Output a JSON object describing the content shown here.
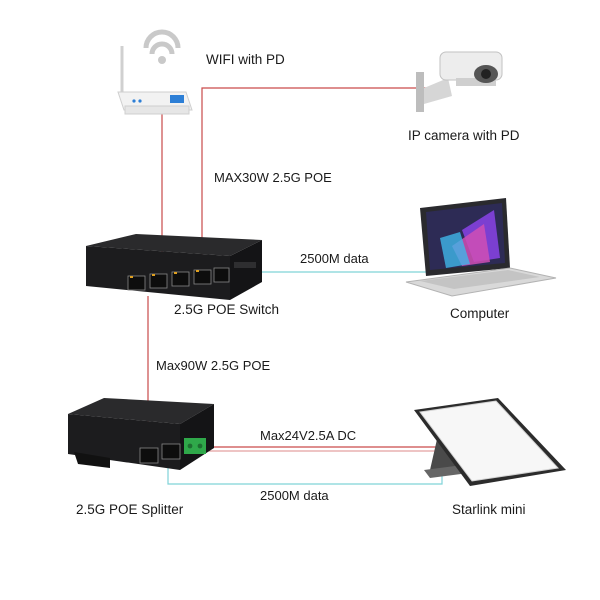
{
  "devices": {
    "wifi_label": "WIFI with PD",
    "camera_label": "IP camera with PD",
    "switch_label": "2.5G POE Switch",
    "computer_label": "Computer",
    "splitter_label": "2.5G POE Splitter",
    "starlink_label": "Starlink mini"
  },
  "links": {
    "switch_upper_poe": "MAX30W 2.5G POE",
    "switch_to_computer": "2500M data",
    "switch_to_splitter": "Max90W 2.5G POE",
    "splitter_dc": "Max24V2.5A DC",
    "splitter_data": "2500M data"
  },
  "colors": {
    "poe_line": "#c94a4a",
    "data_line": "#7fd3d8",
    "device_body": "#1c1c1e",
    "port_led": "#e0a020"
  },
  "icons": {
    "wifi": "router-icon",
    "camera": "camera-icon",
    "switch": "switch-icon",
    "computer": "laptop-icon",
    "splitter": "splitter-icon",
    "starlink": "dish-icon"
  }
}
